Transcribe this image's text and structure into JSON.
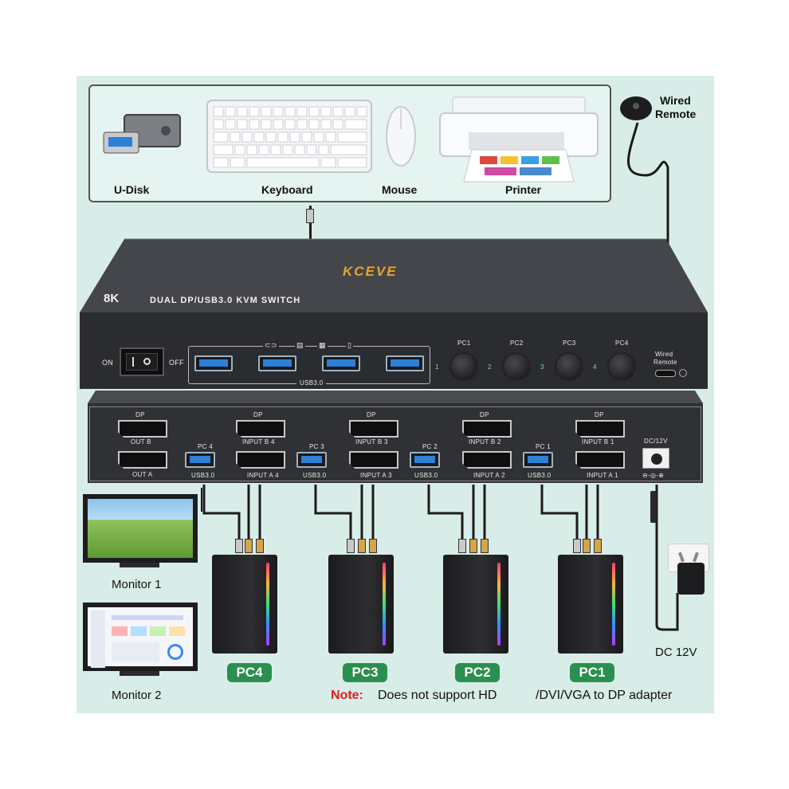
{
  "peripherals": {
    "udisk": "U-Disk",
    "keyboard": "Keyboard",
    "mouse": "Mouse",
    "printer": "Printer",
    "wired_remote": [
      "Wired",
      "Remote"
    ]
  },
  "front_panel": {
    "brand": "KCEVE",
    "resolution": "8K",
    "title": "DUAL DP/USB3.0 KVM SWITCH",
    "power_on": "ON",
    "power_off": "OFF",
    "usb_group": "USB3.0",
    "buttons": [
      "PC1",
      "PC2",
      "PC3",
      "PC4"
    ],
    "leds": [
      "1",
      "2",
      "3",
      "4"
    ],
    "remote_port": [
      "Wired",
      "Remote"
    ]
  },
  "rear_panel": {
    "dp": "DP",
    "out_b": "OUT B",
    "out_a": "OUT A",
    "usb": "USB3.0",
    "dc_label": "DC/12V",
    "dc_polarity": "⊖-◎-⊕",
    "groups": [
      {
        "pc": "PC 4",
        "input_b": "INPUT B 4",
        "input_a": "INPUT A 4"
      },
      {
        "pc": "PC 3",
        "input_b": "INPUT B 3",
        "input_a": "INPUT A 3"
      },
      {
        "pc": "PC 2",
        "input_b": "INPUT B 2",
        "input_a": "INPUT A 2"
      },
      {
        "pc": "PC 1",
        "input_b": "INPUT B 1",
        "input_a": "INPUT A 1"
      }
    ]
  },
  "monitors": {
    "monitor1": "Monitor 1",
    "monitor2": "Monitor 2"
  },
  "computers": [
    "PC4",
    "PC3",
    "PC2",
    "PC1"
  ],
  "power": {
    "label": "DC 12V"
  },
  "note": {
    "prefix": "Note:",
    "text": "Does not support HD",
    "continued": "/DVI/VGA to DP adapter"
  },
  "colors": {
    "background": "#d9ede8",
    "badge": "#2a8f4f",
    "note_red": "#e02020",
    "usb_blue": "#2e7fd6"
  }
}
